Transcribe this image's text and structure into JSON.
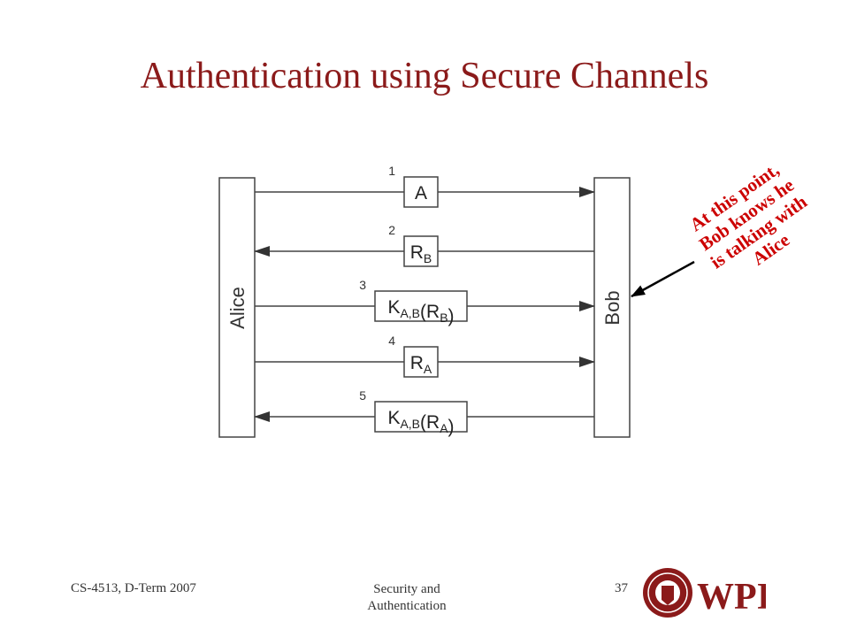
{
  "slide": {
    "title": "Authentication using Secure Channels"
  },
  "diagram": {
    "parties": {
      "alice": "Alice",
      "bob": "Bob"
    },
    "messages": [
      {
        "num": "1",
        "direction": "to-bob",
        "base": "A",
        "sub": "",
        "encrypted": false
      },
      {
        "num": "2",
        "direction": "to-alice",
        "base": "R",
        "sub": "B",
        "encrypted": false
      },
      {
        "num": "3",
        "direction": "to-bob",
        "base": "R",
        "sub": "B",
        "encrypted": true,
        "key": "K",
        "key_sub": "A,B"
      },
      {
        "num": "4",
        "direction": "to-bob",
        "base": "R",
        "sub": "A",
        "encrypted": false
      },
      {
        "num": "5",
        "direction": "to-alice",
        "base": "R",
        "sub": "A",
        "encrypted": true,
        "key": "K",
        "key_sub": "A,B"
      }
    ],
    "annotation": {
      "lines": [
        "At this point,",
        "Bob knows he",
        "is talking with",
        "Alice"
      ],
      "color": "#cc0000"
    }
  },
  "footer": {
    "course": "CS-4513, D-Term 2007",
    "topic_line1": "Security and",
    "topic_line2": "Authentication",
    "page_number": "37"
  },
  "logo": {
    "text": "WPI",
    "color": "#8b1a1a"
  }
}
